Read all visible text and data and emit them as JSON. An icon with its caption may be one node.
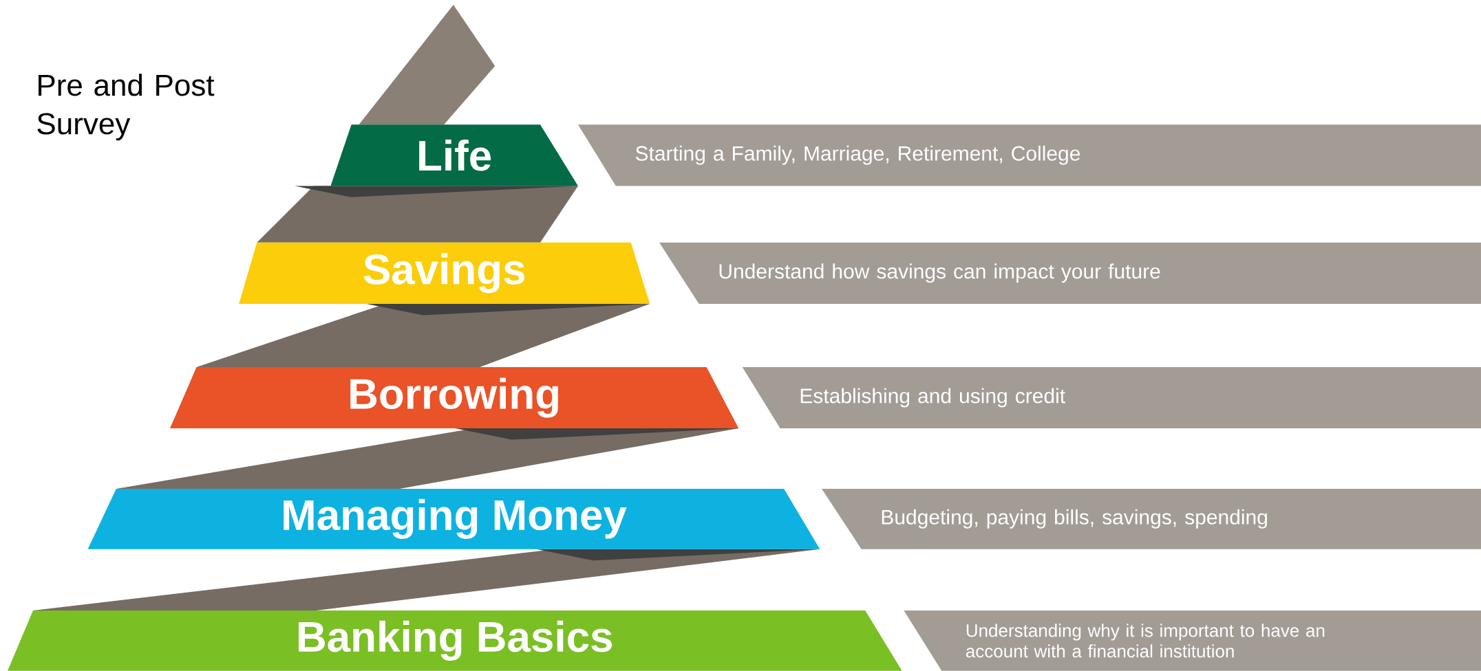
{
  "diagram": {
    "nodes": [
      {
        "text": [
          "Life"
        ]
      },
      {
        "text": [
          "Starting a Family, Marriage, Retirement, College"
        ]
      },
      {
        "text": [
          "Savings"
        ]
      },
      {
        "text": [
          "Understand how savings can impact your future"
        ]
      },
      {
        "text": [
          "Borrowing"
        ]
      },
      {
        "text": [
          "Establishing and using credit"
        ]
      },
      {
        "text": [
          "Managing Money"
        ]
      },
      {
        "text": [
          "Budgeting, paying bills, savings, spending"
        ]
      },
      {
        "text": [
          "Banking Basics"
        ]
      },
      {
        "text": [
          "Understanding why it is important to have an account with a financial institution"
        ]
      }
    ],
    "labels": [
      "Pre and Post Survey"
    ]
  }
}
